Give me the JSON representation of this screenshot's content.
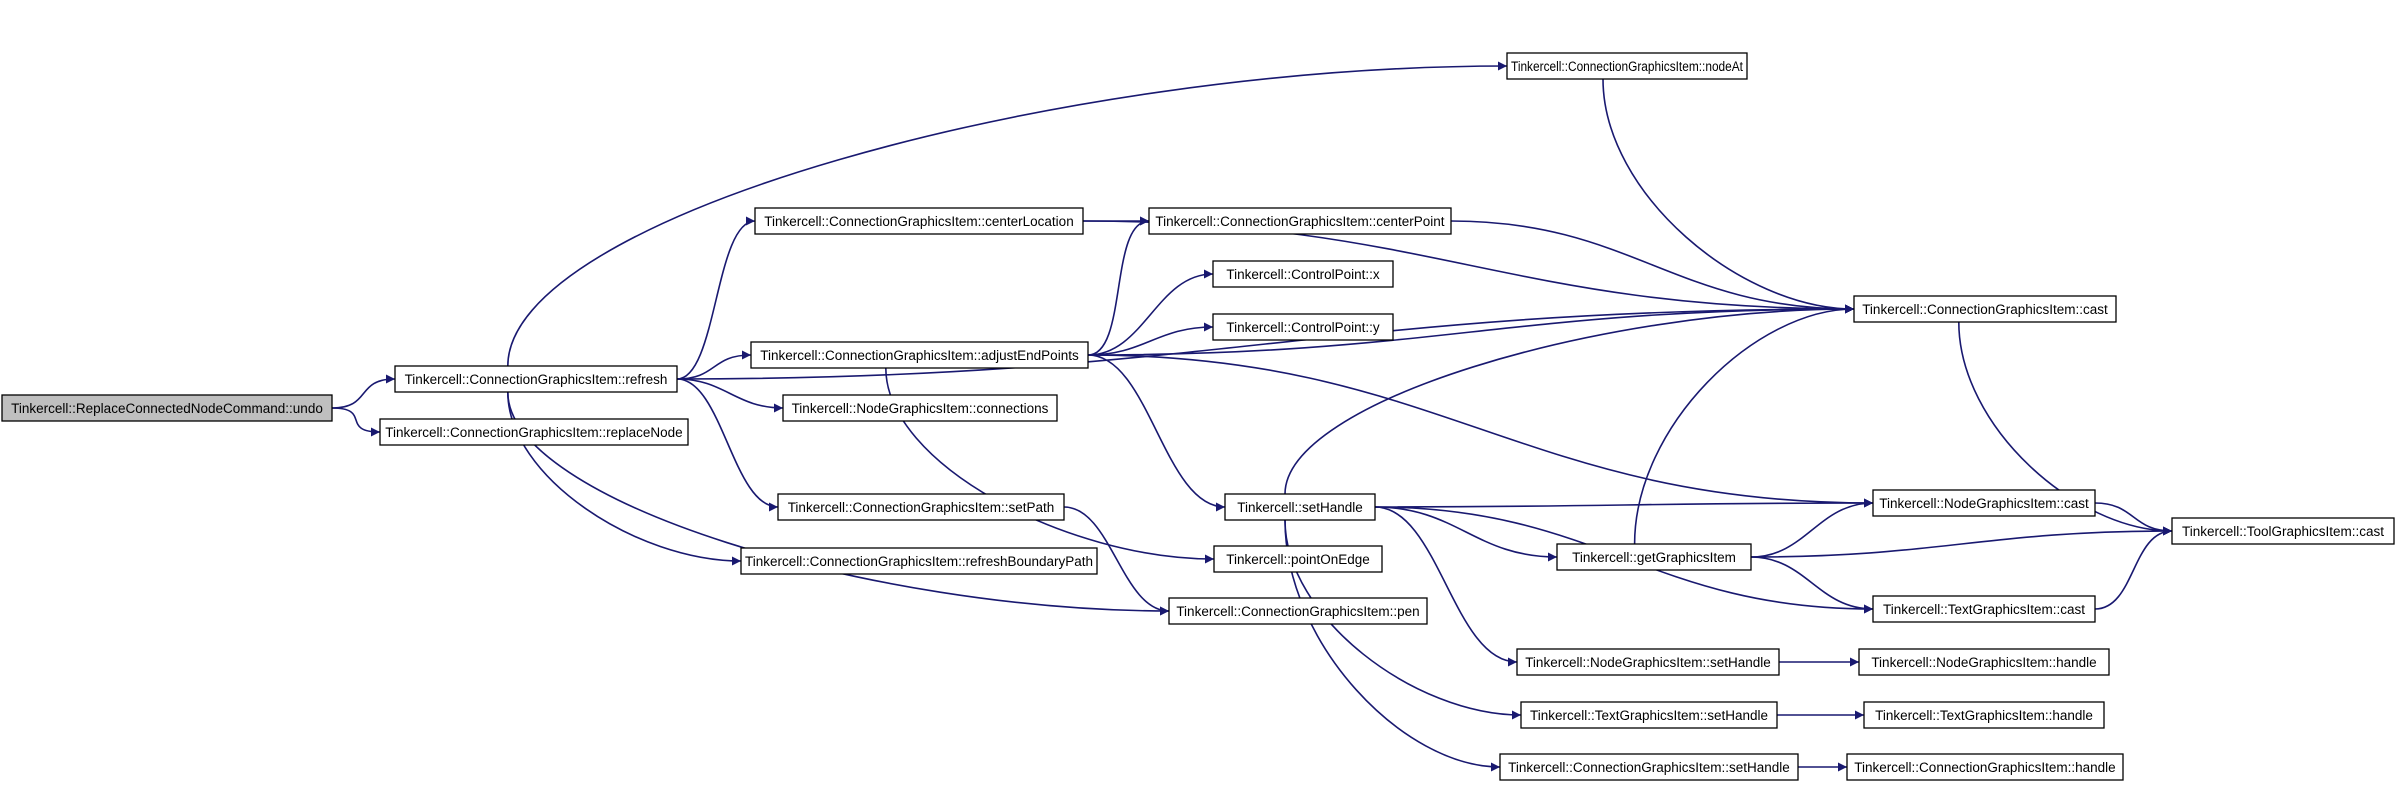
{
  "colors": {
    "edge": "#191970",
    "node_fill": "#ffffff",
    "root_fill": "#bfbfbf",
    "border": "#000000"
  },
  "nodes": [
    {
      "id": "undo",
      "label": "Tinkercell::ReplaceConnectedNodeCommand::undo",
      "root": true
    },
    {
      "id": "refresh",
      "label": "Tinkercell::ConnectionGraphicsItem::refresh"
    },
    {
      "id": "replaceNode",
      "label": "Tinkercell::ConnectionGraphicsItem::replaceNode"
    },
    {
      "id": "nodeAt",
      "label": "Tinkercell::ConnectionGraphicsItem::nodeAt"
    },
    {
      "id": "centerLocation",
      "label": "Tinkercell::ConnectionGraphicsItem::centerLocation"
    },
    {
      "id": "centerPoint",
      "label": "Tinkercell::ConnectionGraphicsItem::centerPoint"
    },
    {
      "id": "cpx",
      "label": "Tinkercell::ControlPoint::x"
    },
    {
      "id": "cpy",
      "label": "Tinkercell::ControlPoint::y"
    },
    {
      "id": "adjustEndPoints",
      "label": "Tinkercell::ConnectionGraphicsItem::adjustEndPoints"
    },
    {
      "id": "connections",
      "label": "Tinkercell::NodeGraphicsItem::connections"
    },
    {
      "id": "cgiCast",
      "label": "Tinkercell::ConnectionGraphicsItem::cast"
    },
    {
      "id": "setHandle",
      "label": "Tinkercell::setHandle"
    },
    {
      "id": "setPath",
      "label": "Tinkercell::ConnectionGraphicsItem::setPath"
    },
    {
      "id": "refreshBoundaryPath",
      "label": "Tinkercell::ConnectionGraphicsItem::refreshBoundaryPath"
    },
    {
      "id": "pointOnEdge",
      "label": "Tinkercell::pointOnEdge"
    },
    {
      "id": "pen",
      "label": "Tinkercell::ConnectionGraphicsItem::pen"
    },
    {
      "id": "getGraphicsItem",
      "label": "Tinkercell::getGraphicsItem"
    },
    {
      "id": "ngiCast",
      "label": "Tinkercell::NodeGraphicsItem::cast"
    },
    {
      "id": "tgiCast",
      "label": "Tinkercell::ToolGraphicsItem::cast"
    },
    {
      "id": "txtCast",
      "label": "Tinkercell::TextGraphicsItem::cast"
    },
    {
      "id": "ngiSetHandle",
      "label": "Tinkercell::NodeGraphicsItem::setHandle"
    },
    {
      "id": "ngiHandle",
      "label": "Tinkercell::NodeGraphicsItem::handle"
    },
    {
      "id": "txtSetHandle",
      "label": "Tinkercell::TextGraphicsItem::setHandle"
    },
    {
      "id": "txtHandle",
      "label": "Tinkercell::TextGraphicsItem::handle"
    },
    {
      "id": "cgiSetHandle",
      "label": "Tinkercell::ConnectionGraphicsItem::setHandle"
    },
    {
      "id": "cgiHandle",
      "label": "Tinkercell::ConnectionGraphicsItem::handle"
    }
  ],
  "edges": [
    {
      "from": "undo",
      "to": "refresh"
    },
    {
      "from": "undo",
      "to": "replaceNode"
    },
    {
      "from": "refresh",
      "to": "nodeAt"
    },
    {
      "from": "refresh",
      "to": "cgiCast"
    },
    {
      "from": "refresh",
      "to": "centerLocation"
    },
    {
      "from": "refresh",
      "to": "adjustEndPoints"
    },
    {
      "from": "refresh",
      "to": "connections"
    },
    {
      "from": "refresh",
      "to": "setPath"
    },
    {
      "from": "refresh",
      "to": "refreshBoundaryPath"
    },
    {
      "from": "refresh",
      "to": "pen"
    },
    {
      "from": "centerLocation",
      "to": "centerPoint"
    },
    {
      "from": "centerLocation",
      "to": "cgiCast"
    },
    {
      "from": "centerPoint",
      "to": "cgiCast"
    },
    {
      "from": "nodeAt",
      "to": "cgiCast"
    },
    {
      "from": "adjustEndPoints",
      "to": "centerPoint"
    },
    {
      "from": "adjustEndPoints",
      "to": "cpx"
    },
    {
      "from": "adjustEndPoints",
      "to": "cpy"
    },
    {
      "from": "adjustEndPoints",
      "to": "cgiCast"
    },
    {
      "from": "adjustEndPoints",
      "to": "ngiCast"
    },
    {
      "from": "adjustEndPoints",
      "to": "setHandle"
    },
    {
      "from": "adjustEndPoints",
      "to": "pointOnEdge"
    },
    {
      "from": "setPath",
      "to": "pen"
    },
    {
      "from": "setHandle",
      "to": "cgiCast"
    },
    {
      "from": "setHandle",
      "to": "ngiCast"
    },
    {
      "from": "setHandle",
      "to": "getGraphicsItem"
    },
    {
      "from": "setHandle",
      "to": "txtCast"
    },
    {
      "from": "setHandle",
      "to": "ngiSetHandle"
    },
    {
      "from": "setHandle",
      "to": "txtSetHandle"
    },
    {
      "from": "setHandle",
      "to": "cgiSetHandle"
    },
    {
      "from": "getGraphicsItem",
      "to": "cgiCast"
    },
    {
      "from": "getGraphicsItem",
      "to": "ngiCast"
    },
    {
      "from": "getGraphicsItem",
      "to": "tgiCast"
    },
    {
      "from": "getGraphicsItem",
      "to": "txtCast"
    },
    {
      "from": "cgiCast",
      "to": "tgiCast"
    },
    {
      "from": "ngiCast",
      "to": "tgiCast"
    },
    {
      "from": "txtCast",
      "to": "tgiCast"
    },
    {
      "from": "ngiSetHandle",
      "to": "ngiHandle"
    },
    {
      "from": "txtSetHandle",
      "to": "txtHandle"
    },
    {
      "from": "cgiSetHandle",
      "to": "cgiHandle"
    }
  ]
}
